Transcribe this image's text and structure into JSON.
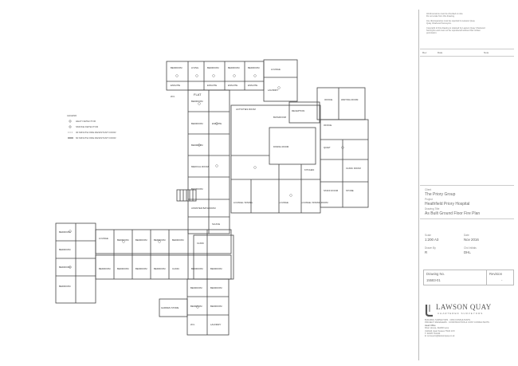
{
  "notes": [
    "All dimensions must be checked on site.",
    "Do not scale from this drawing.",
    "Any discrepancies must be reported to Lawson Quay",
    "Quay Chartered Surveyors.",
    "Copyright of this drawing is retained by Lawson Quay Chartered",
    "Surveyors and must not be reproduced without their written",
    "permission."
  ],
  "revision_header": {
    "col1": "Rev",
    "col2": "Date",
    "col3": "Note"
  },
  "title_block": {
    "client_label": "Client",
    "client": "The Priory Group",
    "project_label": "Project",
    "project": "Heathfield Priory Hospital",
    "title_label": "Drawing Title",
    "title": "As Built Ground Floor Fire Plan",
    "scale_label": "Scale",
    "scale": "1:200 A3",
    "date_label": "Date",
    "date": "Nov 2016",
    "drawn_label": "Drawn By",
    "drawn": "R",
    "checked_label": "Chd Initials",
    "checked": "DHL",
    "drawing_no_label": "Drawing No.",
    "drawing_no": "15583-01",
    "revision_label": "Revision",
    "revision": "-"
  },
  "company": {
    "name": "LAWSON QUAY",
    "subtitle": "CHARTERED SURVEYORS",
    "services": [
      "BUILDING SURVEYORS · CDM CONSULTANTS",
      "PROJECT MANAGERS · CONSTRUCTION & COST CONSULTANTS"
    ],
    "office_label": "Head Office",
    "address": [
      "River House, Redhill Lane",
      "Uckfield, East Sussex TN22 1XX",
      "T: 01825 761444",
      "E: surveyors@lawsonquay.co.uk"
    ]
  },
  "legend": {
    "title": "LEGEND",
    "items": [
      "HEAT DETECTOR",
      "SMOKE DETECTOR",
      "30 MINUTE FIRE RESISTANT DOOR",
      "60 MINUTE FIRE RESISTANT DOOR"
    ]
  },
  "rooms": {
    "top_row": [
      "BEDROOM",
      "LIVING",
      "BEDROOM",
      "BEDROOM",
      "BEDROOM"
    ],
    "ensuites": [
      "ENSUITE",
      "ENSUITE",
      "ENSUITE",
      "ENSUITE"
    ],
    "flat": "FLAT",
    "wc": "W.C.",
    "lounge": "LOUNGE",
    "laundry": "LAUNDRY",
    "bathroom": "BATHROOM",
    "office_top": "OFFICE",
    "activities": "ACTIVITIES ROOM",
    "reception": "RECEPTION",
    "waiting": "WAITING ROOM",
    "office2": "OFFICE",
    "quiet": "QUIET",
    "clinic_room": "CLINIC ROOM",
    "dining": "DINING ROOM",
    "store": "STORE",
    "staff": "STAFF ROOM",
    "kitchen": "KITCHEN",
    "lounge_dining": "LOUNGE / DINING ROOM",
    "lounge2": "LOUNGE",
    "lounge3": "LOUNGE / DINING",
    "lounge_bottom": "LOUNGE",
    "assisted": "ASSISTED BATHROOM",
    "medical": "MEDICAL ROOM",
    "sluice": "SLUICE",
    "clinic": "CLINIC",
    "laundry2": "LAUNDRY",
    "bedrooms_left": [
      "BEDROOM",
      "BEDROOM",
      "BEDROOM",
      "BEDROOM"
    ],
    "bedrooms_mid": [
      "BEDROOM",
      "BEDROOM",
      "BEDROOM",
      "BEDROOM"
    ],
    "bedrooms_bottom": [
      "BEDROOM",
      "BEDROOM",
      "BEDROOM",
      "BEDROOM",
      "CLINIC",
      "BEDROOM",
      "BEDROOM"
    ],
    "bedrooms_south": [
      "BEDROOM",
      "BEDROOM",
      "BEDROOM",
      "BEDROOM"
    ],
    "bedrooms_spine": [
      "BEDROOM",
      "BEDROOM",
      "BEDROOM",
      "BEDROOM"
    ],
    "garden_store": "GARDEN STORE",
    "ensuite": "ENSUITE",
    "wc2": "W.C."
  }
}
